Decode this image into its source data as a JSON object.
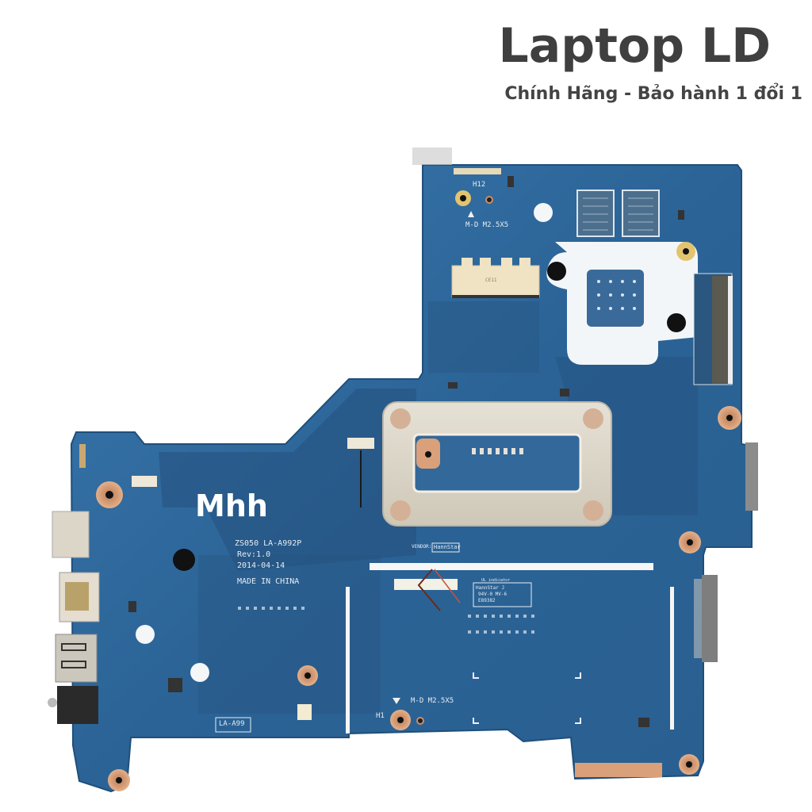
{
  "header": {
    "brand": "Laptop LD",
    "tagline": "Chính Hãng - Bảo hành 1 đổi 1"
  },
  "watermark": "Mhh",
  "board": {
    "model_line": "ZS050 LA-A992P",
    "revision": "Rev:1.0",
    "date": "2014-04-14",
    "origin": "MADE IN CHINA",
    "short_model": "LA-A99",
    "vendor_label": "VENDOR:",
    "vendor_name": "HannStar",
    "ul_label": "UL indicator",
    "ul_line1": "HannStar J",
    "ul_line2": "94V-0   MV-6",
    "ul_line3": "E89382",
    "screw_top": "M-D M2.5X5",
    "screw_bottom": "M-D M2.5X5",
    "hole_top": "H12",
    "hole_bottom": "H1",
    "connector_label": "CE11"
  },
  "colors": {
    "pcb_blue": "#2f6aa0",
    "pcb_dark": "#23537f",
    "pad_copper": "#d9a07a",
    "shield_silver": "#d8d2c4",
    "header_text": "#404040"
  }
}
